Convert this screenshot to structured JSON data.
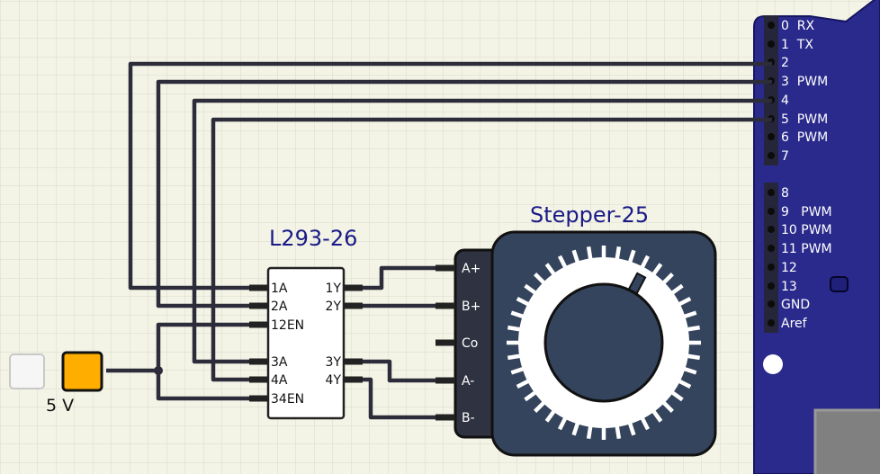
{
  "colors": {
    "background": "#f4f4e6",
    "grid": "#d7d7cc",
    "wire": "#2c2c3a",
    "board": "#2a2a8c",
    "chip_label": "#1a1a88",
    "stepper_body": "#34445c",
    "power_fill": "#ffae00"
  },
  "power": {
    "label": "5 V",
    "icon": "power-source-icon"
  },
  "chip": {
    "title": "L293-26",
    "pins": [
      "1A",
      "2A",
      "12EN",
      "3A",
      "4A",
      "34EN",
      "1Y",
      "2Y",
      "3Y",
      "4Y"
    ]
  },
  "stepper": {
    "title": "Stepper-25",
    "pins": [
      "A+",
      "B+",
      "Co",
      "A-",
      "B-"
    ],
    "icon": "stepper-dial-icon"
  },
  "board": {
    "pins": [
      "0  RX",
      "1  TX",
      "2",
      "3  PWM",
      "4",
      "5  PWM",
      "6  PWM",
      "7",
      "8",
      "9   PWM",
      "10 PWM",
      "11 PWM",
      "12",
      "13",
      "GND",
      "Aref"
    ]
  }
}
